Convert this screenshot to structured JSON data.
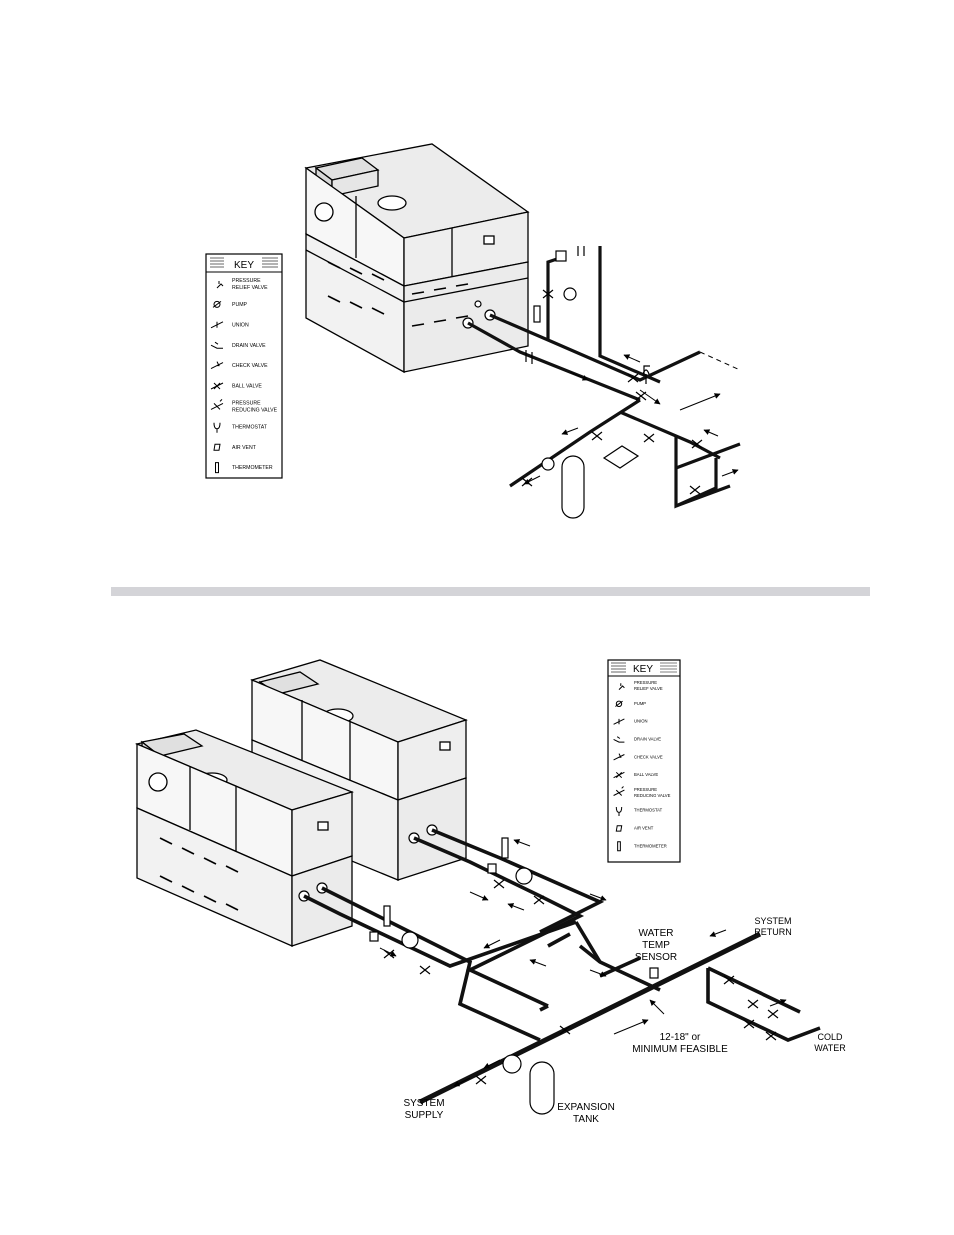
{
  "key_top": {
    "title": "KEY",
    "items": [
      {
        "icon": "pressure-relief-valve-icon",
        "line1": "PRESSURE",
        "line2": "RELIEF VALVE"
      },
      {
        "icon": "pump-icon",
        "line1": "PUMP",
        "line2": ""
      },
      {
        "icon": "union-icon",
        "line1": "UNION",
        "line2": ""
      },
      {
        "icon": "drain-valve-icon",
        "line1": "DRAIN VALVE",
        "line2": ""
      },
      {
        "icon": "check-valve-icon",
        "line1": "CHECK VALVE",
        "line2": ""
      },
      {
        "icon": "ball-valve-icon",
        "line1": "BALL VALVE",
        "line2": ""
      },
      {
        "icon": "pressure-reducing-valve-icon",
        "line1": "PRESSURE",
        "line2": "REDUCING VALVE"
      },
      {
        "icon": "thermostat-icon",
        "line1": "THERMOSTAT",
        "line2": ""
      },
      {
        "icon": "air-vent-icon",
        "line1": "AIR VENT",
        "line2": ""
      },
      {
        "icon": "thermometer-icon",
        "line1": "THERMOMETER",
        "line2": ""
      }
    ]
  },
  "key_bottom": {
    "title": "KEY",
    "items": [
      {
        "line1": "PRESSURE",
        "line2": "RELIEF VALVE"
      },
      {
        "line1": "PUMP",
        "line2": ""
      },
      {
        "line1": "UNION",
        "line2": ""
      },
      {
        "line1": "DRAIN VALVE",
        "line2": ""
      },
      {
        "line1": "CHECK VALVE",
        "line2": ""
      },
      {
        "line1": "BALL VALVE",
        "line2": ""
      },
      {
        "line1": "PRESSURE",
        "line2": "REDUCING VALVE"
      },
      {
        "line1": "THERMOSTAT",
        "line2": ""
      },
      {
        "line1": "AIR VENT",
        "line2": ""
      },
      {
        "line1": "THERMOMETER",
        "line2": ""
      }
    ]
  },
  "labels": {
    "water_temp_sensor": [
      "WATER",
      "TEMP",
      "SENSOR"
    ],
    "system_return": [
      "SYSTEM",
      "RETURN"
    ],
    "cold_water": [
      "COLD",
      "WATER"
    ],
    "spacing": [
      "12-18\" or",
      "MINIMUM FEASIBLE"
    ],
    "system_supply": [
      "SYSTEM",
      "SUPPLY"
    ],
    "expansion_tank": [
      "EXPANSION",
      "TANK"
    ]
  },
  "colors": {
    "divider": "#d4d4d8",
    "boiler_fill": "#f4f4f4",
    "boiler_shade": "#e2e2e2",
    "pipe": "#111111"
  }
}
